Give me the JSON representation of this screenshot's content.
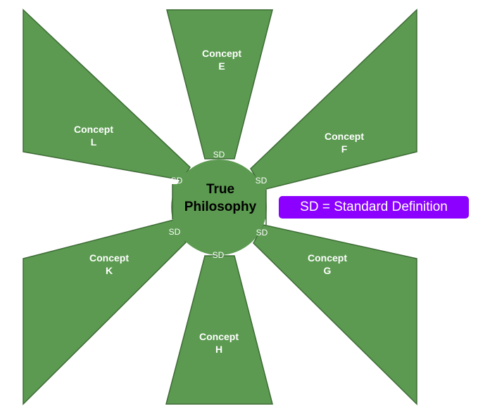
{
  "center": {
    "line1": "True",
    "line2": "Philosophy"
  },
  "concepts": [
    {
      "word": "Concept",
      "letter": "E"
    },
    {
      "word": "Concept",
      "letter": "F"
    },
    {
      "word": "Concept",
      "letter": "G"
    },
    {
      "word": "Concept",
      "letter": "H"
    },
    {
      "word": "Concept",
      "letter": "K"
    },
    {
      "word": "Concept",
      "letter": "L"
    }
  ],
  "sd_label": "SD",
  "legend": "SD = Standard Definition",
  "colors": {
    "fill": "#5b9a50",
    "stroke": "#3d6b35",
    "legend": "#8b00ff"
  }
}
